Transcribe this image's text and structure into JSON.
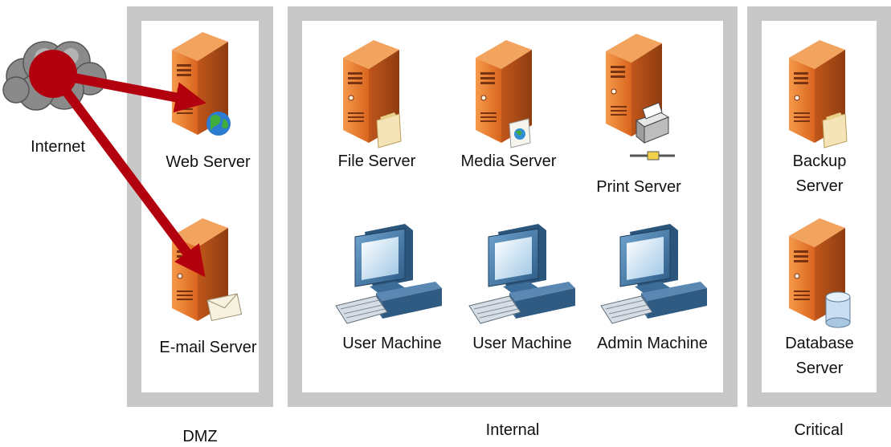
{
  "zones": {
    "dmz": {
      "label": "DMZ"
    },
    "internal": {
      "label": "Internal"
    },
    "critical": {
      "label": "Critical"
    }
  },
  "internet": {
    "label": "Internet"
  },
  "nodes": {
    "web_server": {
      "label": "Web Server",
      "icon": "server-globe-icon"
    },
    "email_server": {
      "label": "E-mail Server",
      "icon": "server-envelope-icon"
    },
    "file_server": {
      "label": "File Server",
      "icon": "server-folder-icon"
    },
    "media_server": {
      "label": "Media Server",
      "icon": "server-media-icon"
    },
    "print_server": {
      "label": "Print Server",
      "icon": "server-printer-icon"
    },
    "user_machine_1": {
      "label": "User Machine",
      "icon": "workstation-icon"
    },
    "user_machine_2": {
      "label": "User Machine",
      "icon": "workstation-icon"
    },
    "admin_machine": {
      "label": "Admin Machine",
      "icon": "workstation-icon"
    },
    "backup_server": {
      "label_line1": "Backup",
      "label_line2": "Server",
      "icon": "server-folder-icon"
    },
    "database_server": {
      "label_line1": "Database",
      "label_line2": "Server",
      "icon": "server-database-icon"
    }
  },
  "colors": {
    "zone_border": "#c8c8c8",
    "server": "#e8772e",
    "server_dark": "#b9531a",
    "arrow": "#b3000e",
    "monitor": "#3a6f9c",
    "cloud": "#7a7a7a"
  },
  "connections": [
    {
      "from": "internet",
      "to": "web_server"
    },
    {
      "from": "internet",
      "to": "email_server"
    }
  ]
}
